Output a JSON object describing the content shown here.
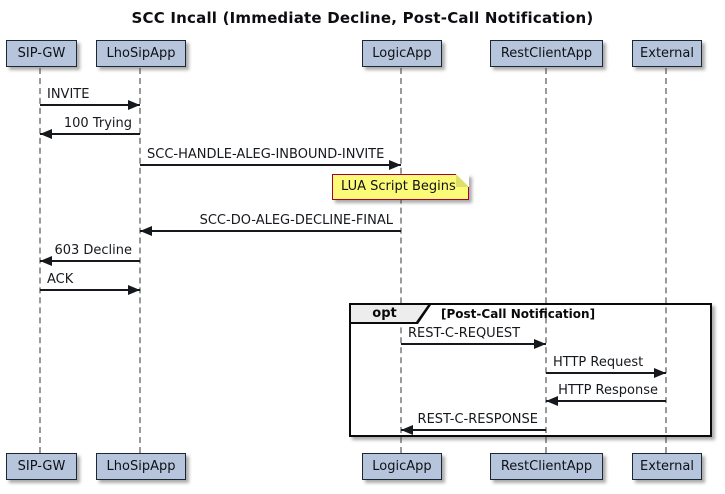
{
  "diagram": {
    "title": "SCC Incall (Immediate Decline, Post-Call Notification)",
    "type": "sequence"
  },
  "participants": [
    {
      "label": "SIP-GW"
    },
    {
      "label": "LhoSipApp"
    },
    {
      "label": "LogicApp"
    },
    {
      "label": "RestClientApp"
    },
    {
      "label": "External"
    }
  ],
  "messages": [
    {
      "label": "INVITE",
      "from": "SIP-GW",
      "to": "LhoSipApp",
      "direction": "right"
    },
    {
      "label": "100 Trying",
      "from": "LhoSipApp",
      "to": "SIP-GW",
      "direction": "left"
    },
    {
      "label": "SCC-HANDLE-ALEG-INBOUND-INVITE",
      "from": "LhoSipApp",
      "to": "LogicApp",
      "direction": "right"
    },
    {
      "label": "SCC-DO-ALEG-DECLINE-FINAL",
      "from": "LogicApp",
      "to": "LhoSipApp",
      "direction": "left"
    },
    {
      "label": "603 Decline",
      "from": "LhoSipApp",
      "to": "SIP-GW",
      "direction": "left"
    },
    {
      "label": "ACK",
      "from": "SIP-GW",
      "to": "LhoSipApp",
      "direction": "right"
    },
    {
      "label": "REST-C-REQUEST",
      "from": "LogicApp",
      "to": "RestClientApp",
      "direction": "right"
    },
    {
      "label": "HTTP Request",
      "from": "RestClientApp",
      "to": "External",
      "direction": "right"
    },
    {
      "label": "HTTP Response",
      "from": "External",
      "to": "RestClientApp",
      "direction": "left"
    },
    {
      "label": "REST-C-RESPONSE",
      "from": "RestClientApp",
      "to": "LogicApp",
      "direction": "left"
    }
  ],
  "note": {
    "text": "LUA Script Begins"
  },
  "fragment": {
    "operator": "opt",
    "condition": "[Post-Call Notification]"
  },
  "colors": {
    "participant_fill": "#B7C5DC",
    "participant_border": "#1B2733",
    "note_fill": "#FBFB77",
    "note_border": "#A80036",
    "fragment_border": "#0A0A0A",
    "fragment_header_fill": "#EDEDED",
    "lifeline": "#9A9A9A",
    "message": "#15181D"
  }
}
